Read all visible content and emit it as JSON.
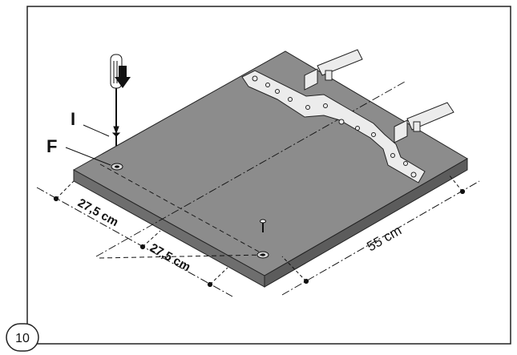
{
  "figure": {
    "step_number": "10",
    "callouts": {
      "screw": "I",
      "fixing_point": "F"
    },
    "dimensions": {
      "left_half": "27,5 cm",
      "right_half": "27,5 cm",
      "depth": "55 cm"
    }
  },
  "colors": {
    "board": "#8c8c8c",
    "board_edge": "#6e6e6e",
    "bracket": "#e8e8e8",
    "line": "#111111"
  }
}
